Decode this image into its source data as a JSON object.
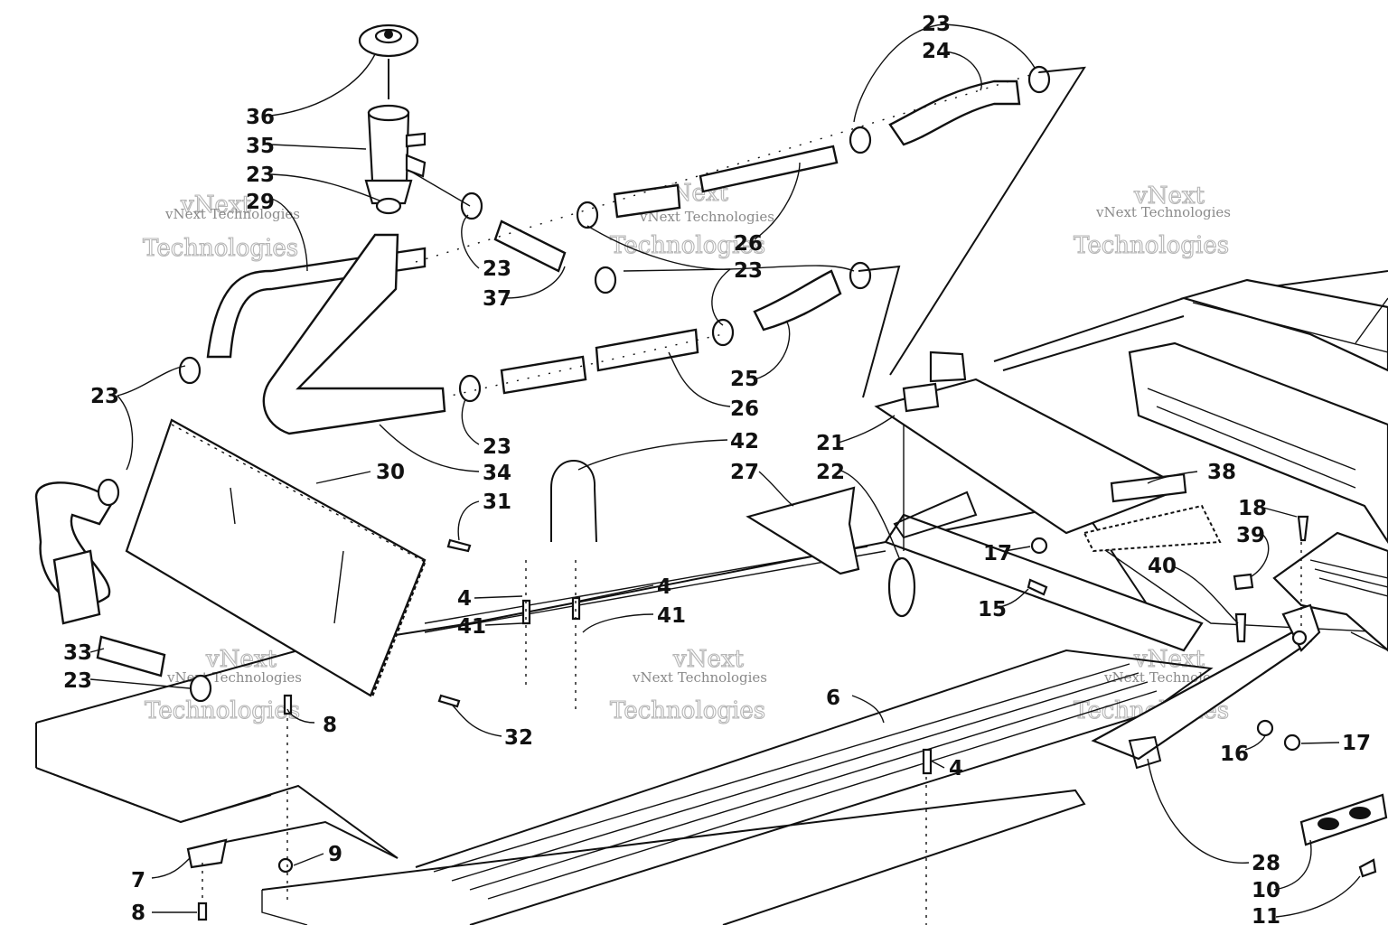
{
  "diagram": {
    "kind": "exploded-parts",
    "ink_color": "#111111",
    "background": "#ffffff"
  },
  "watermark": {
    "line1": "vNext Technologies",
    "line2": "vNext",
    "line3": "Technologies"
  },
  "callouts": {
    "c36": "36",
    "c35": "35",
    "c23a": "23",
    "c29": "29",
    "c23b": "23",
    "c24": "24",
    "c26a": "26",
    "c23c": "23",
    "c37": "37",
    "c23d": "23",
    "c25": "25",
    "c26b": "26",
    "c23e": "23",
    "c34": "34",
    "c23f": "23",
    "c30": "30",
    "c31": "31",
    "c42": "42",
    "c27": "27",
    "c22": "22",
    "c21": "21",
    "c38": "38",
    "c4a": "4",
    "c41a": "41",
    "c4b": "4",
    "c41b": "41",
    "c17a": "17",
    "c15": "15",
    "c18": "18",
    "c39": "39",
    "c40": "40",
    "c33": "33",
    "c23g": "23",
    "c8a": "8",
    "c32": "32",
    "c6": "6",
    "c4c": "4",
    "c16": "16",
    "c17b": "17",
    "c9": "9",
    "c7": "7",
    "c8b": "8",
    "c28": "28",
    "c10": "10",
    "c11": "11"
  }
}
